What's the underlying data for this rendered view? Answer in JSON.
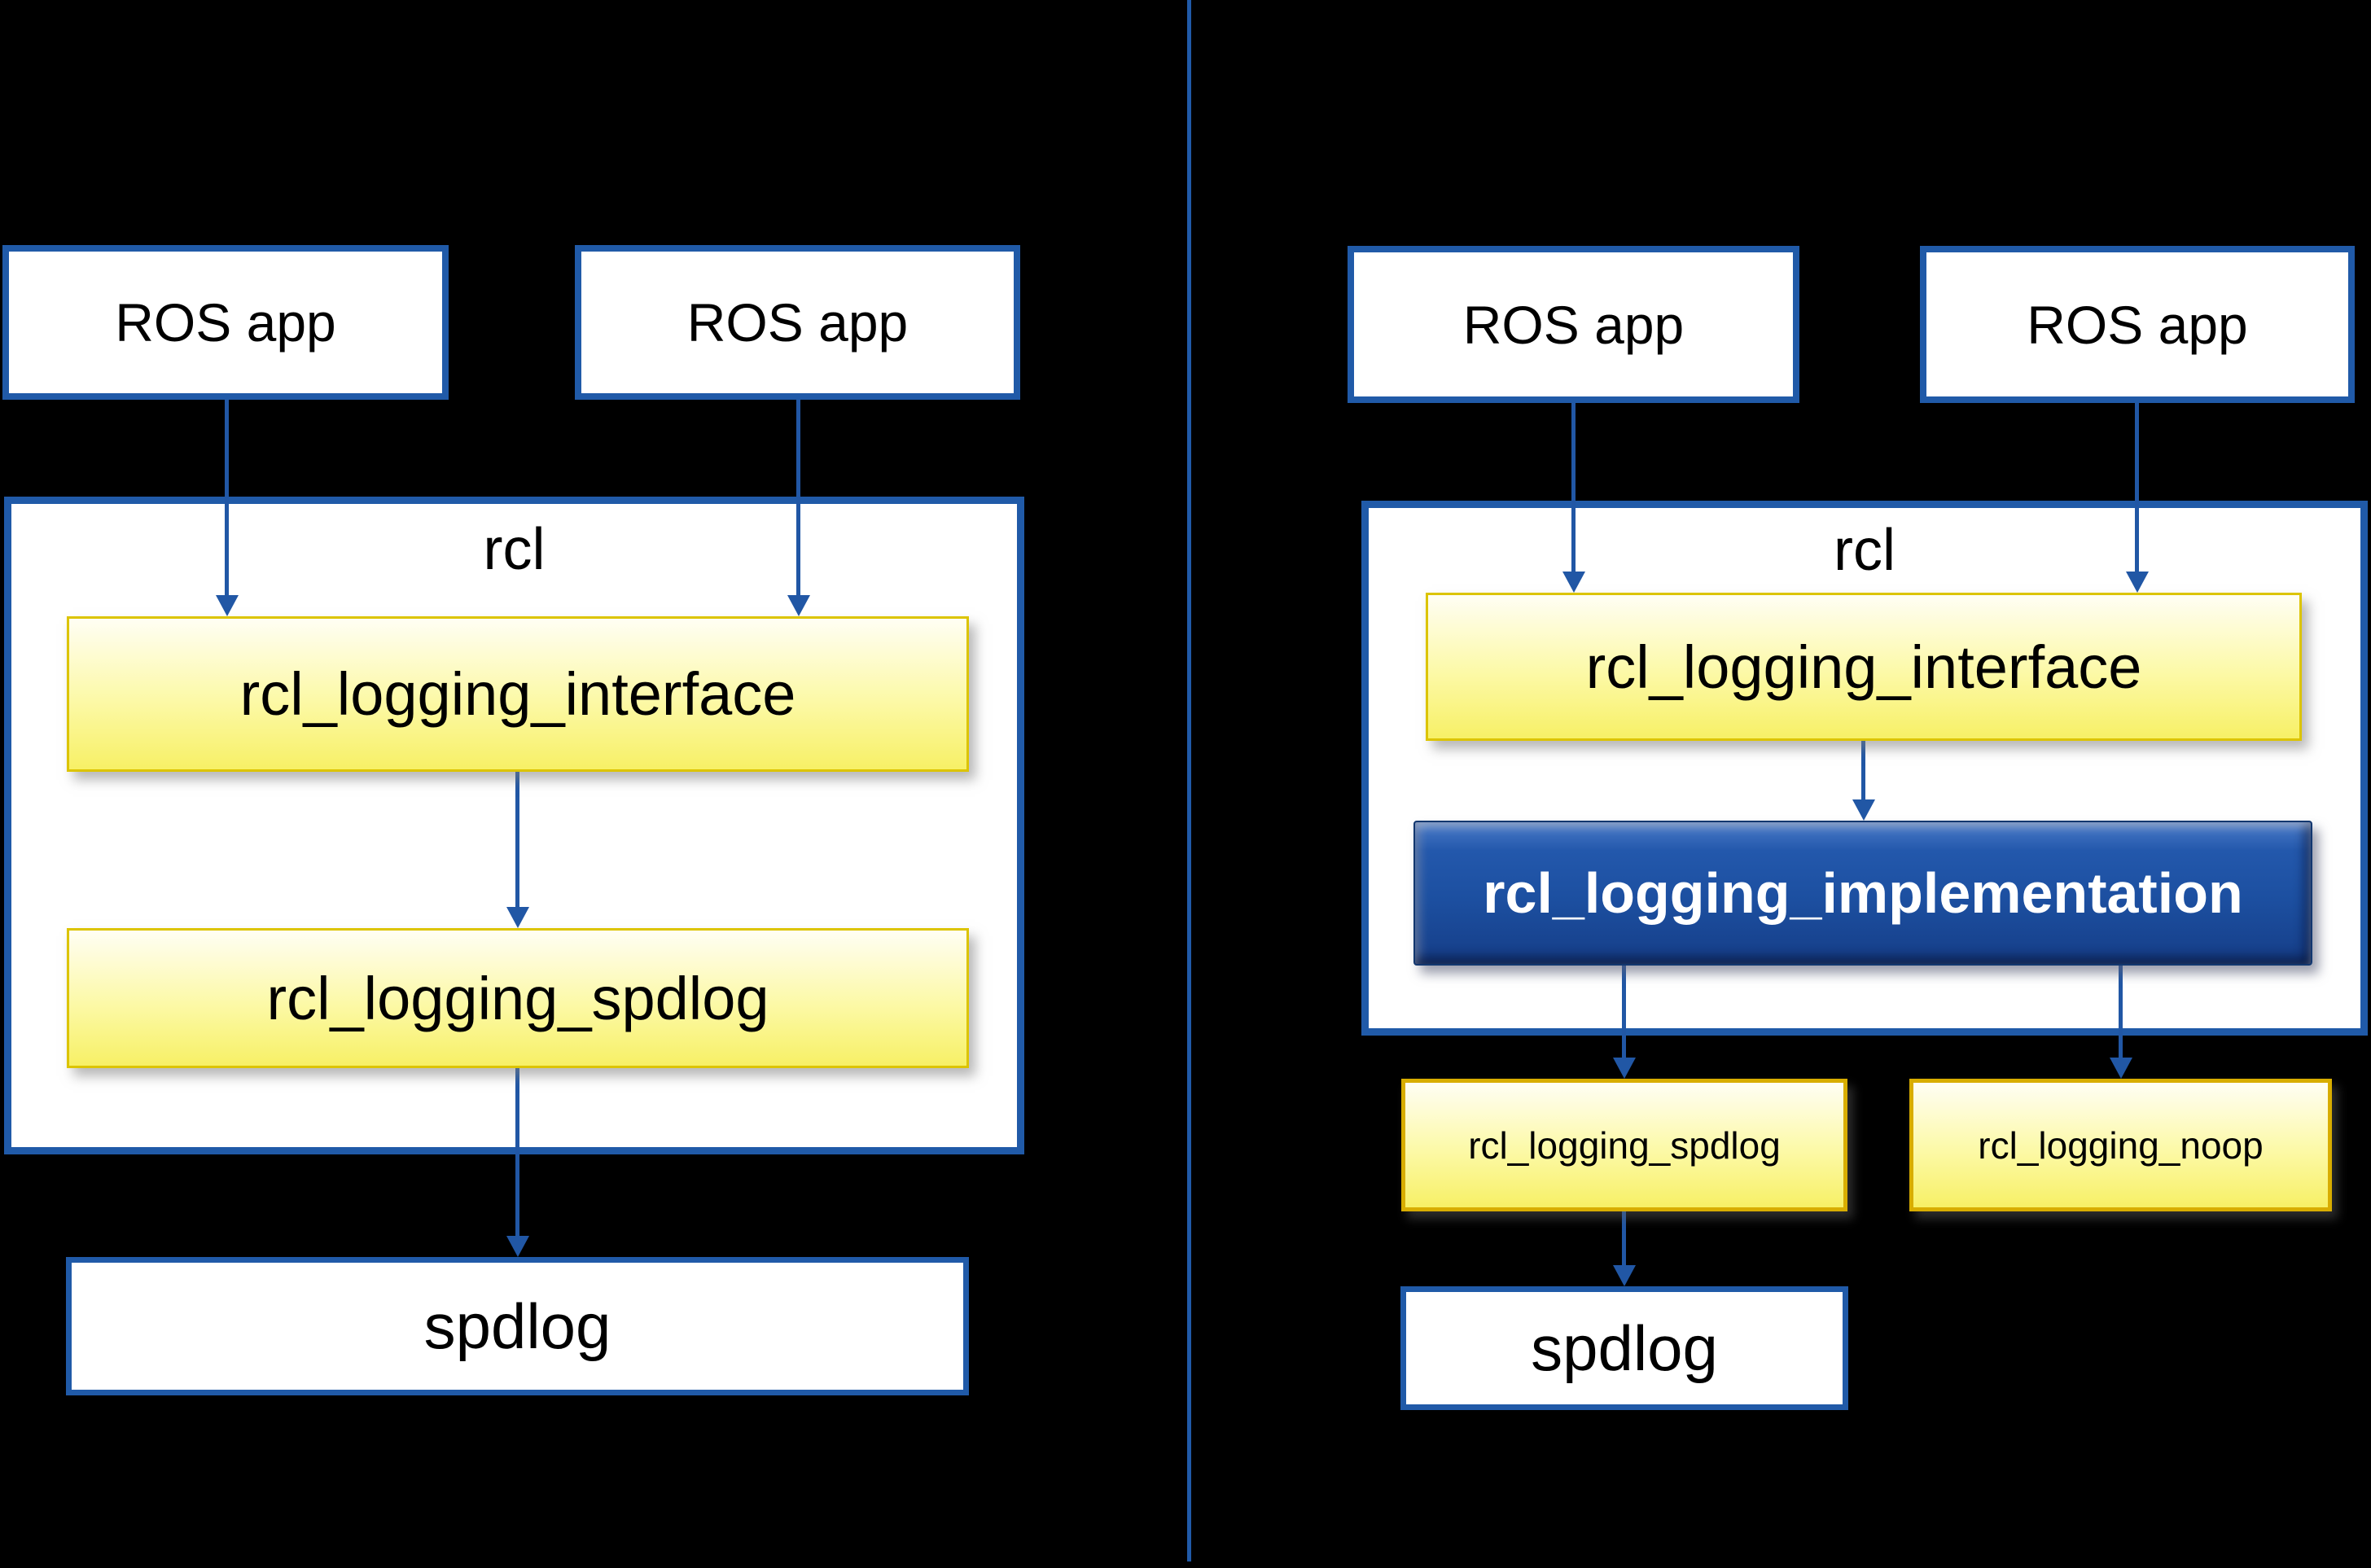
{
  "colors": {
    "background": "#000000",
    "box_border_blue": "#205AA8",
    "arrow_blue": "#2157A5",
    "yellow_box_border": "#DCC400",
    "small_yellow_box_border": "#D8AD00",
    "yellow_fill_top": "#FFFEF4",
    "yellow_fill_bottom": "#F7F066",
    "implementation_box_blue": "#1C4FA0",
    "implementation_text": "#FFFFFF",
    "box_fill_white": "#FFFFFF",
    "text_black": "#000000"
  },
  "left_diagram": {
    "ros_app_1": "ROS app",
    "ros_app_2": "ROS app",
    "rcl_label": "rcl",
    "interface_box": "rcl_logging_interface",
    "spdlog_impl_box": "rcl_logging_spdlog",
    "spdlog_lib": "spdlog"
  },
  "right_diagram": {
    "ros_app_1": "ROS app",
    "ros_app_2": "ROS app",
    "rcl_label": "rcl",
    "interface_box": "rcl_logging_interface",
    "implementation_box": "rcl_logging_implementation",
    "spdlog_impl_box": "rcl_logging_spdlog",
    "noop_impl_box": "rcl_logging_noop",
    "spdlog_lib": "spdlog"
  }
}
